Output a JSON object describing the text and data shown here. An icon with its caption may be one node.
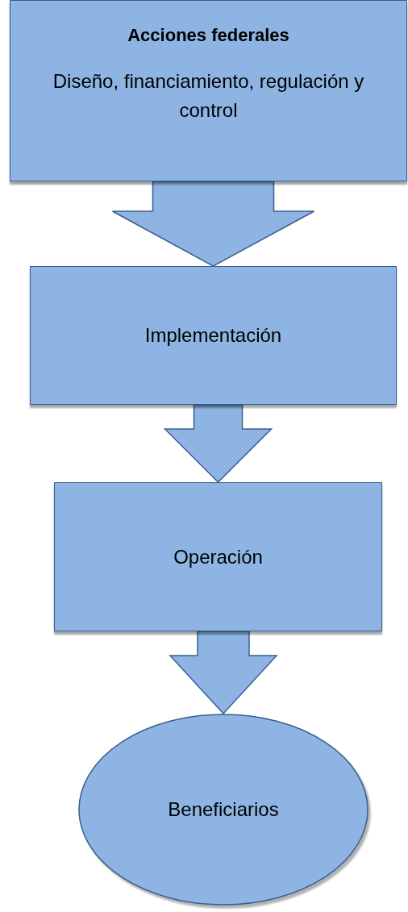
{
  "diagram": {
    "nodes": [
      {
        "text": [
          "Acciones federales",
          "Diseño, financiamiento, regulación y control"
        ]
      },
      {
        "text": [
          "Implementación"
        ]
      },
      {
        "text": [
          "Operación"
        ]
      },
      {
        "text": [
          "Beneficiarios"
        ]
      }
    ],
    "edges": [
      {
        "from": 0,
        "to": 1,
        "arrow": "to"
      },
      {
        "from": 1,
        "to": 2,
        "arrow": "to"
      },
      {
        "from": 2,
        "to": 3,
        "arrow": "to"
      }
    ]
  }
}
